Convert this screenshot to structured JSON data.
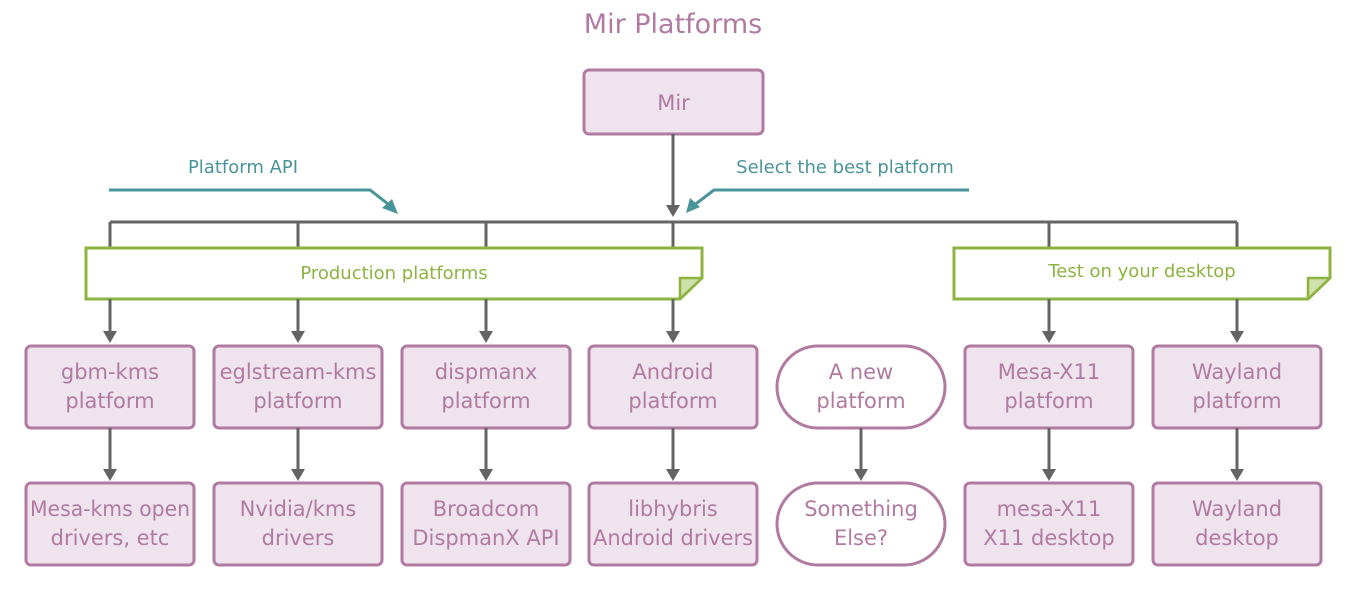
{
  "title": "Mir Platforms",
  "root": {
    "label": "Mir"
  },
  "annotations": {
    "platform_api": "Platform API",
    "select_best": "Select the best platform"
  },
  "groups": {
    "production": "Production platforms",
    "desktop": "Test on your desktop"
  },
  "platforms": [
    {
      "id": "gbm-kms",
      "shape": "rect",
      "top": [
        "gbm-kms",
        "platform"
      ],
      "bottom": [
        "Mesa-kms open",
        "drivers, etc"
      ],
      "group": "production"
    },
    {
      "id": "eglstream-kms",
      "shape": "rect",
      "top": [
        "eglstream-kms",
        "platform"
      ],
      "bottom": [
        "Nvidia/kms",
        "drivers"
      ],
      "group": "production"
    },
    {
      "id": "dispmanx",
      "shape": "rect",
      "top": [
        "dispmanx",
        "platform"
      ],
      "bottom": [
        "Broadcom",
        "DispmanX API"
      ],
      "group": "production"
    },
    {
      "id": "android",
      "shape": "rect",
      "top": [
        "Android",
        "platform"
      ],
      "bottom": [
        "libhybris",
        "Android drivers"
      ],
      "group": "production"
    },
    {
      "id": "new",
      "shape": "pill",
      "top": [
        "A new",
        "platform"
      ],
      "bottom": [
        "Something",
        "Else?"
      ],
      "group": null
    },
    {
      "id": "mesa-x11",
      "shape": "rect",
      "top": [
        "Mesa-X11",
        "platform"
      ],
      "bottom": [
        "mesa-X11",
        "X11 desktop"
      ],
      "group": "desktop"
    },
    {
      "id": "wayland",
      "shape": "rect",
      "top": [
        "Wayland",
        "platform"
      ],
      "bottom": [
        "Wayland",
        "desktop"
      ],
      "group": "desktop"
    }
  ],
  "colors": {
    "node_fill": "#efe3ee",
    "node_stroke": "#b07aa1",
    "group_stroke": "#8db341",
    "annotation": "#4a9499",
    "connector": "#646464"
  }
}
